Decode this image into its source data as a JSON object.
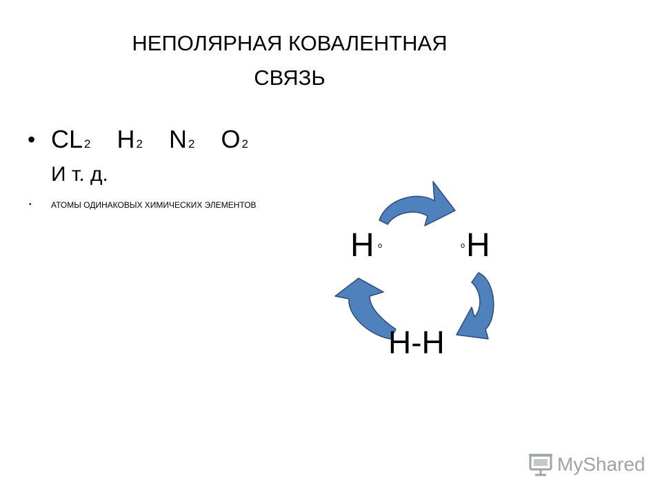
{
  "title": {
    "line1": "НЕПОЛЯРНАЯ КОВАЛЕНТНАЯ",
    "line2": "СВЯЗЬ"
  },
  "bullets": {
    "formulas": [
      {
        "symbol": "CL",
        "sub": "2"
      },
      {
        "symbol": "H",
        "sub": "2"
      },
      {
        "symbol": "N",
        "sub": "2"
      },
      {
        "symbol": "O",
        "sub": "2"
      }
    ],
    "etc": "И т. д.",
    "note": "атомы одинаковых химических элементов"
  },
  "cycle": {
    "left_atom": "H",
    "right_atom": "H",
    "left_mark": "o",
    "right_mark": "o",
    "bottom": "H-H",
    "arrow_color": "#4f81bd",
    "arrow_outline": "#2b4a7e"
  },
  "watermark": {
    "text": "MyShared",
    "icon": "projector-screen-icon"
  }
}
